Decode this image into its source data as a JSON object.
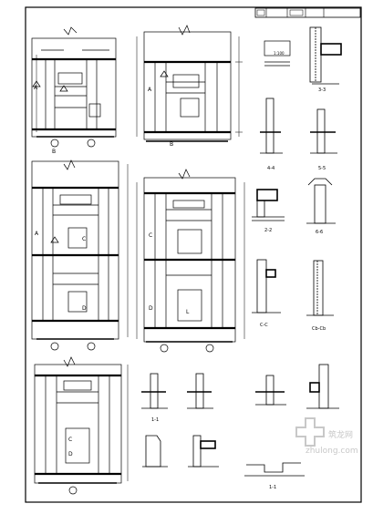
{
  "title_block": {
    "cells": [
      "",
      "",
      "",
      ""
    ]
  },
  "drawing_labels": {
    "section_1_1": "1-1",
    "section_2_2": "2-2",
    "section_3_3": "3-3",
    "section_4_4": "4-4",
    "section_5_5": "5-5",
    "section_6_6": "6-6",
    "section_c_c": "C-C",
    "section_cc_alt": "Cb-Cb",
    "section_1_1_bottom": "1-1",
    "mark_a": "A",
    "mark_b": "B",
    "mark_c": "C",
    "mark_d": "D",
    "mark_l": "L",
    "elev_label": "1:100"
  },
  "watermark": {
    "text": "zhulong.com",
    "logo_label": "筑龙网"
  },
  "colors": {
    "line": "#000000",
    "background": "#ffffff",
    "watermark": "#c8c8c8"
  }
}
